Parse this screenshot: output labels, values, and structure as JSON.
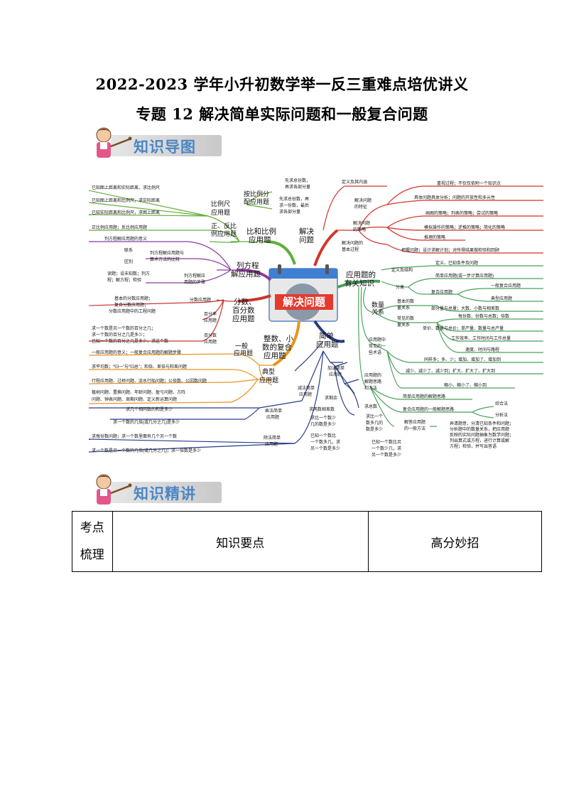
{
  "header": {
    "title_line1": "2022-2023 学年小升初数学举一反三重难点培优讲义",
    "title_line2": "专题 12 解决简单实际问题和一般复合问题"
  },
  "banner1": {
    "label": "知识导图"
  },
  "banner2": {
    "label": "知识精讲"
  },
  "mindmap": {
    "center": "解决问题",
    "branches": {
      "ratio": {
        "label": "比和比例应用题",
        "sub": {
          "scale": "比例尺应用题",
          "alloc": "按比例分配应用题",
          "propor": "正、反比例应用题"
        },
        "leaves": [
          "已知图上距离和实际距离，求比例尺",
          "已知图上距离和比例尺，求实际距离",
          "已知实际距离和比例尺，求图上距离",
          "先求总份数，再求各部分量",
          "先求总份数，再求一份数，最后求各部分量",
          "正比例应用题；反比例应用题"
        ]
      },
      "solve": {
        "label": "解决问题",
        "items": [
          "定义及其内涵",
          "解决问题的特征",
          "解决问题的策略",
          "解决问题的基本过程"
        ],
        "leaves": [
          "重视过程；不仅仅依附一个知识点",
          "具体问题具体分析；问题的开放性和多元性",
          "画图的策略；列表的策略；尝试的策略",
          "模拟操作的策略；逆推的策略；简化的策略",
          "推理的策略",
          "把握问题；设计求解计划；对所得结果做检验和回顾"
        ]
      },
      "equation": {
        "label": "列方程解应用题",
        "leaves": [
          "列方程解应用题的意义",
          "列方程解应用题与算术方法的比较",
          "联系",
          "区别",
          "列方程解应用题的步骤",
          "读题；设未知数；列方程；解方程；检验"
        ]
      },
      "fraction": {
        "label": "分数、百分数应用题",
        "sub": [
          "分数应用题",
          "百分率应用题",
          "百分数应用题"
        ],
        "leaves": [
          "基本的分数应用题；",
          "复合分数应用题；",
          "分数应用题中的工程问题",
          "求一个数是另一个数的百分之几；",
          "求一个数的百分之几是多少；",
          "已知一个数的百分之几是多少，求这个数"
        ]
      },
      "related": {
        "label": "应用题的有关知识",
        "items": [
          "定义及结构",
          "分类",
          "数量关系",
          "应用题中常见的一些术语",
          "应用题的解题思路和方法"
        ],
        "leaves": [
          "定义、已知条件及问题",
          "简单应用题(或一步计算应用题)",
          "复合应用题",
          "一般复合应用题",
          "典型应用题",
          "基本的数量关系",
          "部分量与总量；大数、小数与相差数",
          "常见的数量关系",
          "每份数、份数与总数；倍数",
          "单价、数量与总价；单产量、数量与总产量",
          "工作效率、工作时间与工作总量",
          "速度、时间与路程",
          "同样多；多、少；增加、增加了、增加到",
          "减少、减少了、减少到；扩大、扩大了、扩大到",
          "缩小、缩小了、缩小到",
          "简单应用题的解题思路",
          "复合应用题的一般解题思路",
          "综合法",
          "分析法",
          "解答应用题的一般方法",
          "弄清题意，分清已知条件和问题；分析题中的数量关系，把应用题反映的实际问题抽象为数学问题；列出算式或方程，进行计算或解方程；检验，并写出答语"
        ]
      },
      "integer": {
        "label": "整数、小数的复合应用题",
        "sub": [
          "一般应用题",
          "典型应用题"
        ],
        "leaves": [
          "一般应用题的意义；一般复合应用题的解题步骤",
          "求平均数；“归一”与“归总”；和倍、差倍与和差问题",
          "行程应用题、过桥问题、流水行船问题；公倍数、公因数问题",
          "植树问题、置换问题、年龄问题、盈亏问题、方阵问题、钟表问题、周期问题、定义新运算问题"
        ]
      },
      "simple": {
        "label": "简单应用题",
        "sub": [
          "加法简单应用题",
          "减法简单应用题",
          "乘法简单应用题",
          "除法简单应用题"
        ],
        "leaves": [
          "求总数",
          "求比一个数多几的数是多少",
          "求剩余",
          "求两数相差数",
          "求比一个数少几的数是多少",
          "已知一个数比另一个数多几，求另一个数是多少",
          "已知一个数比另一个数少几，求另一个数是多少",
          "求几个相同数的和是多少",
          "求一个数的几倍(或几分之几)是多少",
          "求每份数问题；求一个数里面有几个另一个数",
          "求一个数是另一个数的几倍(或几分之几)；求一倍数是多少"
        ]
      }
    }
  },
  "table": {
    "col1": [
      "考点",
      "梳理"
    ],
    "col2": "知识要点",
    "col3": "高分妙招"
  }
}
